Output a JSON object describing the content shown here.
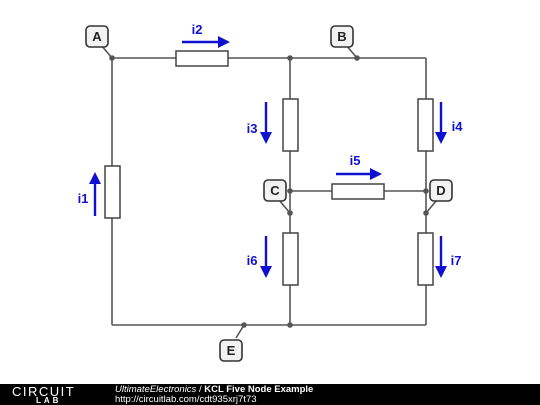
{
  "diagram": {
    "nodes": {
      "a": "A",
      "b": "B",
      "c": "C",
      "d": "D",
      "e": "E"
    },
    "currents": {
      "i1": "i1",
      "i2": "i2",
      "i3": "i3",
      "i4": "i4",
      "i5": "i5",
      "i6": "i6",
      "i7": "i7"
    },
    "colors": {
      "current": "#1010d0",
      "wire": "#555555"
    }
  },
  "footer": {
    "logo_top": "CIRCUIT",
    "logo_bottom": "LAB",
    "author": "UltimateElectronics",
    "separator": " / ",
    "title": "KCL Five Node Example",
    "url": "http://circuitlab.com/cdt935xrj7t73"
  }
}
